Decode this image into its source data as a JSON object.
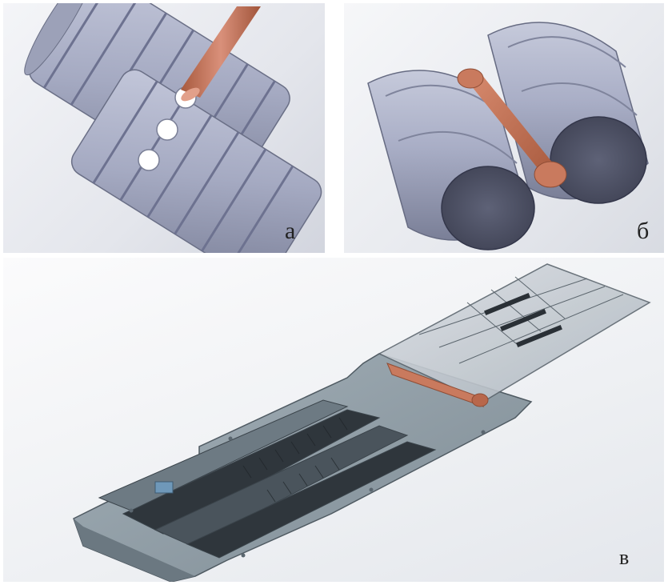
{
  "figure": {
    "panels": [
      {
        "id": "a",
        "label": "а",
        "depicts": "grooved-rolls-with-rod"
      },
      {
        "id": "b",
        "label": "б",
        "depicts": "smooth-rolls-with-rod"
      },
      {
        "id": "v",
        "label": "в",
        "depicts": "roll-guide-assembly"
      }
    ]
  },
  "colors": {
    "steel": "#a7acc3",
    "steel_dark": "#7b8098",
    "copper": "#c97a5e",
    "plate": "#8e9ba4",
    "plate_dark": "#5f6b74"
  }
}
